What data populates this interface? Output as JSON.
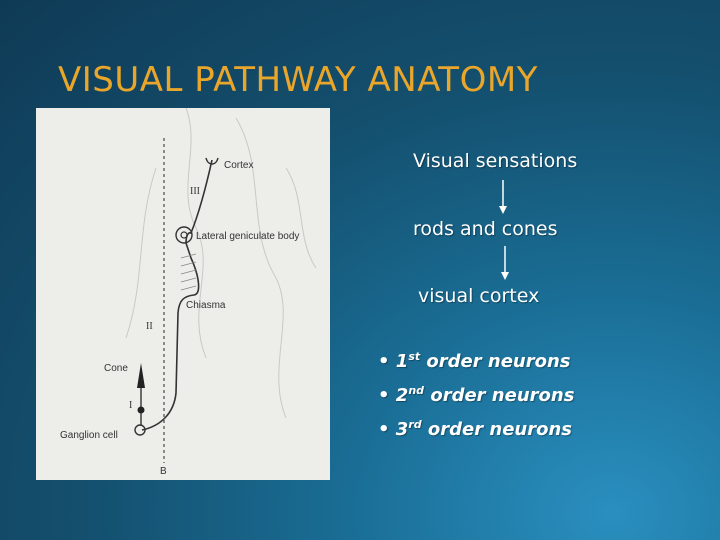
{
  "slide": {
    "title": "VISUAL PATHWAY ANATOMY"
  },
  "figure": {
    "labels": {
      "cortex": "Cortex",
      "lgb": "Lateral geniculate body",
      "chiasma": "Chiasma",
      "cone": "Cone",
      "ganglion": "Ganglion cell",
      "iii": "III",
      "ii": "II",
      "i": "I",
      "b": "B"
    }
  },
  "flow": {
    "step1": "Visual sensations",
    "step2": "rods and cones",
    "step3": "visual cortex"
  },
  "bullets": [
    {
      "bullet": "•",
      "num": "1",
      "sup": "st",
      "text": "order neurons"
    },
    {
      "bullet": "•",
      "num": "2",
      "sup": "nd",
      "text": "order neurons"
    },
    {
      "bullet": "•",
      "num": "3",
      "sup": "rd",
      "text": "order neurons"
    }
  ]
}
